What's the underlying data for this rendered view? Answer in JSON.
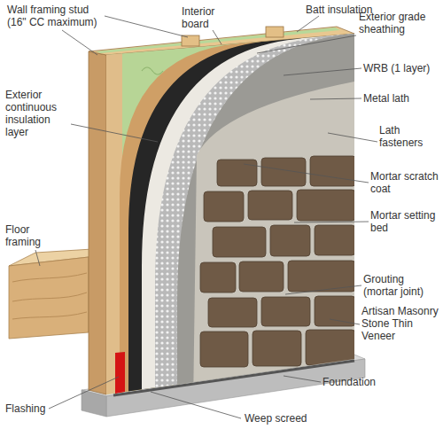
{
  "diagram": {
    "labels": [
      "Wall framing stud (16\" CC maximum)",
      "Interior board",
      "Batt insulation",
      "Exterior grade sheathing",
      "WRB (1 layer)",
      "Metal lath",
      "Exterior continuous insulation layer",
      "Lath fasteners",
      "Mortar scratch coat",
      "Mortar setting bed",
      "Floor framing",
      "Grouting (mortar joint)",
      "Artisan Masonry Stone Thin Veneer",
      "Flashing",
      "Foundation",
      "Weep screed"
    ]
  }
}
